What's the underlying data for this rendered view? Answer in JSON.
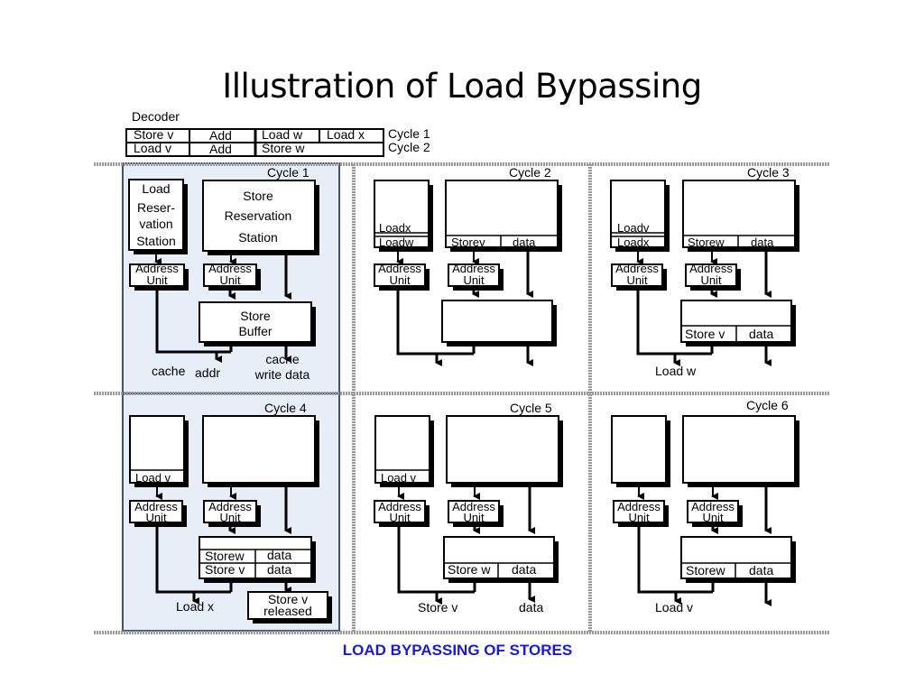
{
  "title": "Illustration of Load Bypassing",
  "decoder": {
    "label": "Decoder",
    "row1": {
      "cells": [
        "Store v",
        "Add",
        "Load w",
        "Load x"
      ],
      "cycle": "Cycle 1"
    },
    "row2": {
      "cells": [
        "Load v",
        "Add",
        "Store w",
        ""
      ],
      "cycle": "Cycle 2"
    }
  },
  "caption": "LOAD BYPASSING OF STORES",
  "panels": {
    "p1": {
      "cycle": "Cycle 1",
      "load_rs_lines": [
        "Load",
        "Reser-",
        "vation",
        "Station"
      ],
      "store_rs_lines": [
        "Store",
        "Reservation",
        "Station"
      ],
      "addr_unit": [
        "Address",
        "Unit"
      ],
      "store_buffer": [
        "Store",
        "Buffer"
      ],
      "cache": "cache",
      "addr": "addr",
      "cache_write": [
        "cache",
        "write data"
      ]
    },
    "p2": {
      "cycle": "Cycle 2",
      "load_entries": [
        "Loadx",
        "Loadw"
      ],
      "store_entry": {
        "name": "Storev",
        "data": "data"
      },
      "addr_unit": [
        "Address",
        "Unit"
      ]
    },
    "p3": {
      "cycle": "Cycle 3",
      "load_entries": [
        "Loadv",
        "Loadx"
      ],
      "store_entry": {
        "name": "Storew",
        "data": "data"
      },
      "buffer_entry": {
        "name": "Store v",
        "data": "data"
      },
      "addr_unit": [
        "Address",
        "Unit"
      ],
      "output": "Load w"
    },
    "p4": {
      "cycle": "Cycle 4",
      "load_entry": "Load v",
      "buffer_entries": [
        {
          "name": "Storew",
          "data": "data"
        },
        {
          "name": "Store v",
          "data": "data"
        }
      ],
      "addr_unit": [
        "Address",
        "Unit"
      ],
      "output": "Load x",
      "released": [
        "Store v",
        "released"
      ]
    },
    "p5": {
      "cycle": "Cycle 5",
      "load_entry": "Load v",
      "buffer_entry": {
        "name": "Store w",
        "data": "data"
      },
      "addr_unit": [
        "Address",
        "Unit"
      ],
      "output_left": "Store v",
      "output_right": "data"
    },
    "p6": {
      "cycle": "Cycle 6",
      "buffer_entry": {
        "name": "Storew",
        "data": "data"
      },
      "addr_unit": [
        "Address",
        "Unit"
      ],
      "output": "Load v"
    }
  },
  "colors": {
    "highlight_fill": "#e8eef7",
    "highlight_border": "#3b5577",
    "caption": "#1a1ad0",
    "dotted": "#9a9a9a"
  }
}
